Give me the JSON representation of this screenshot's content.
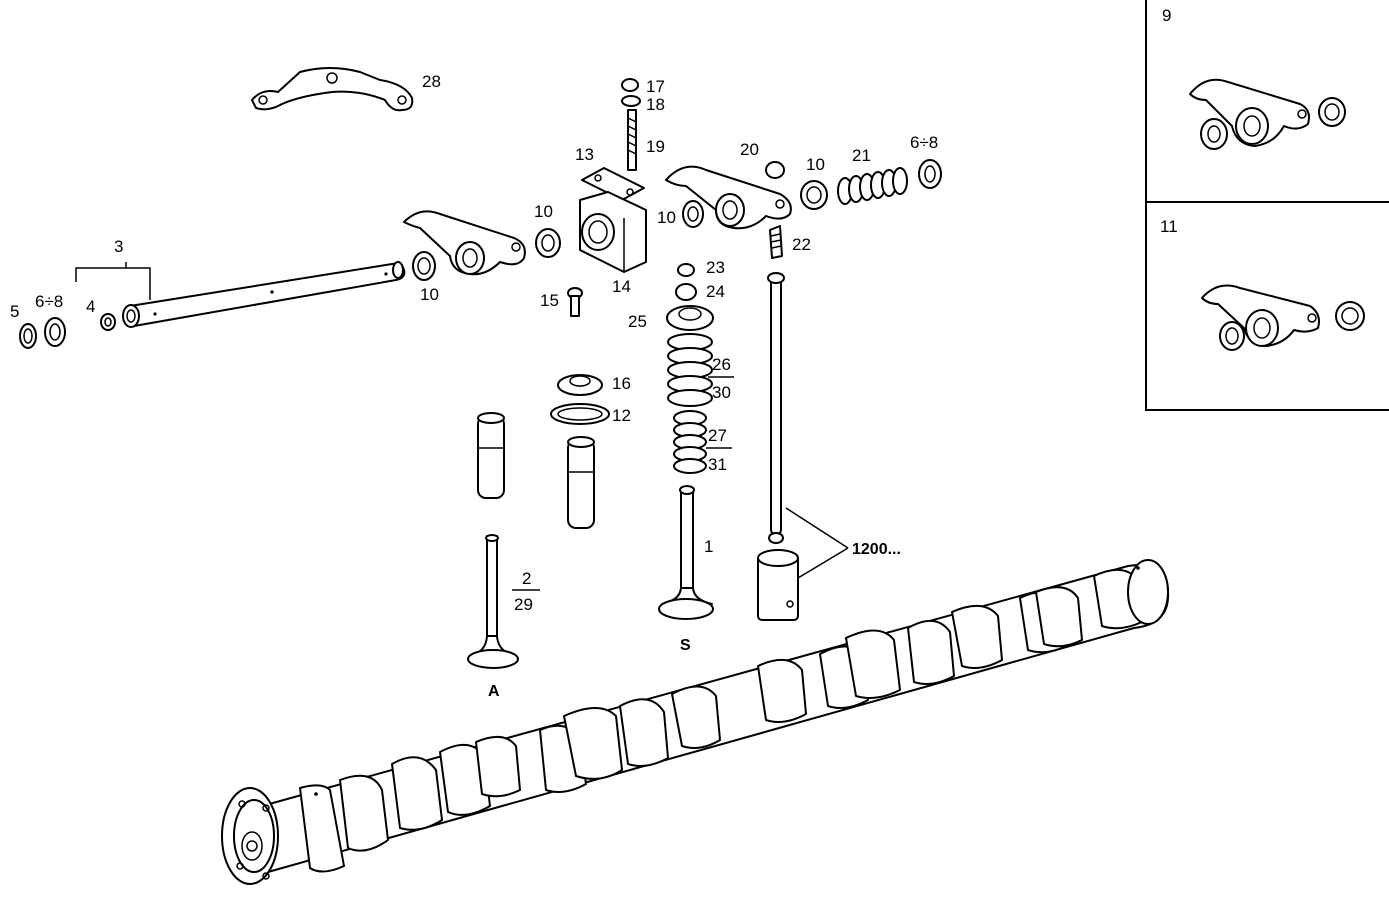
{
  "labels": {
    "p1": "1",
    "p2": "2",
    "p29": "29",
    "p3": "3",
    "p4": "4",
    "p5": "5",
    "p6_8_left": "6÷8",
    "p6_8_right": "6÷8",
    "p10_a": "10",
    "p10_b": "10",
    "p10_c": "10",
    "p10_d": "10",
    "p12": "12",
    "p13": "13",
    "p14": "14",
    "p15": "15",
    "p16": "16",
    "p17": "17",
    "p18": "18",
    "p19": "19",
    "p20": "20",
    "p21": "21",
    "p22": "22",
    "p23": "23",
    "p24": "24",
    "p25": "25",
    "p26": "26",
    "p30": "30",
    "p27": "27",
    "p31": "31",
    "p28": "28",
    "p1200": "1200...",
    "valve_a": "A",
    "valve_s": "S"
  },
  "inset": {
    "top_label": "9",
    "bottom_label": "11"
  }
}
